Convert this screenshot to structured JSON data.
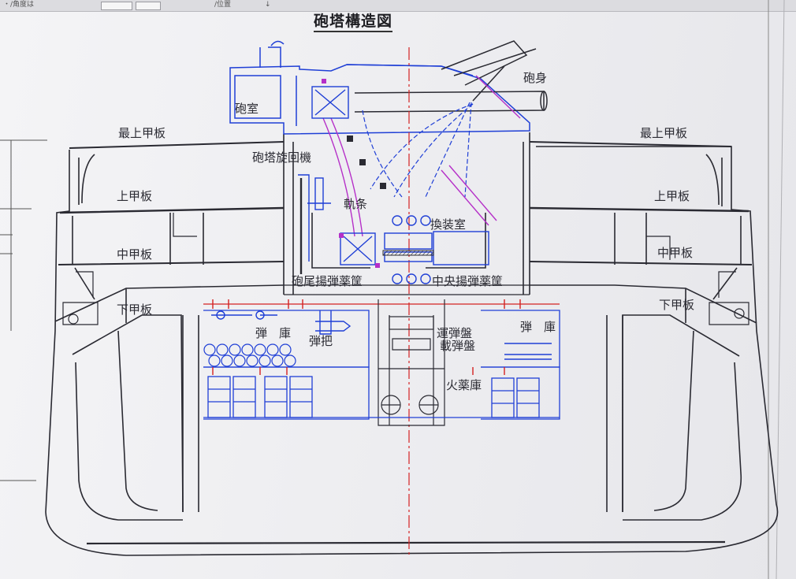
{
  "toolbar": {
    "seg_a": "・/角度は",
    "seg_b": "/位置",
    "seg_c": "↓"
  },
  "title": "砲塔構造図",
  "labels": {
    "turret_room": "砲室",
    "barrel": "砲身",
    "upper_deck_top_l": "最上甲板",
    "upper_deck_top_r": "最上甲板",
    "training_gear": "砲塔旋回機",
    "upper_deck_l": "上甲板",
    "upper_deck_r": "上甲板",
    "rail": "軌条",
    "loading_room": "換装室",
    "middle_deck_l": "中甲板",
    "middle_deck_r": "中甲板",
    "breech_hoist": "砲尾揚弾薬筐",
    "center_hoist": "中央揚弾薬筐",
    "lower_deck_l": "下甲板",
    "lower_deck_r": "下甲板",
    "shell_room_l": "弾　庫",
    "shell_room_r": "弾　庫",
    "shell_grab": "弾把",
    "shell_tray": "運弾盤",
    "loading_tray": "載弾盤",
    "magazine": "火薬庫"
  },
  "colors": {
    "line": "#2a2a32",
    "blue": "#1f3fd6",
    "red": "#d42222",
    "magenta": "#b52fc8",
    "paper": "#eeeef1"
  }
}
